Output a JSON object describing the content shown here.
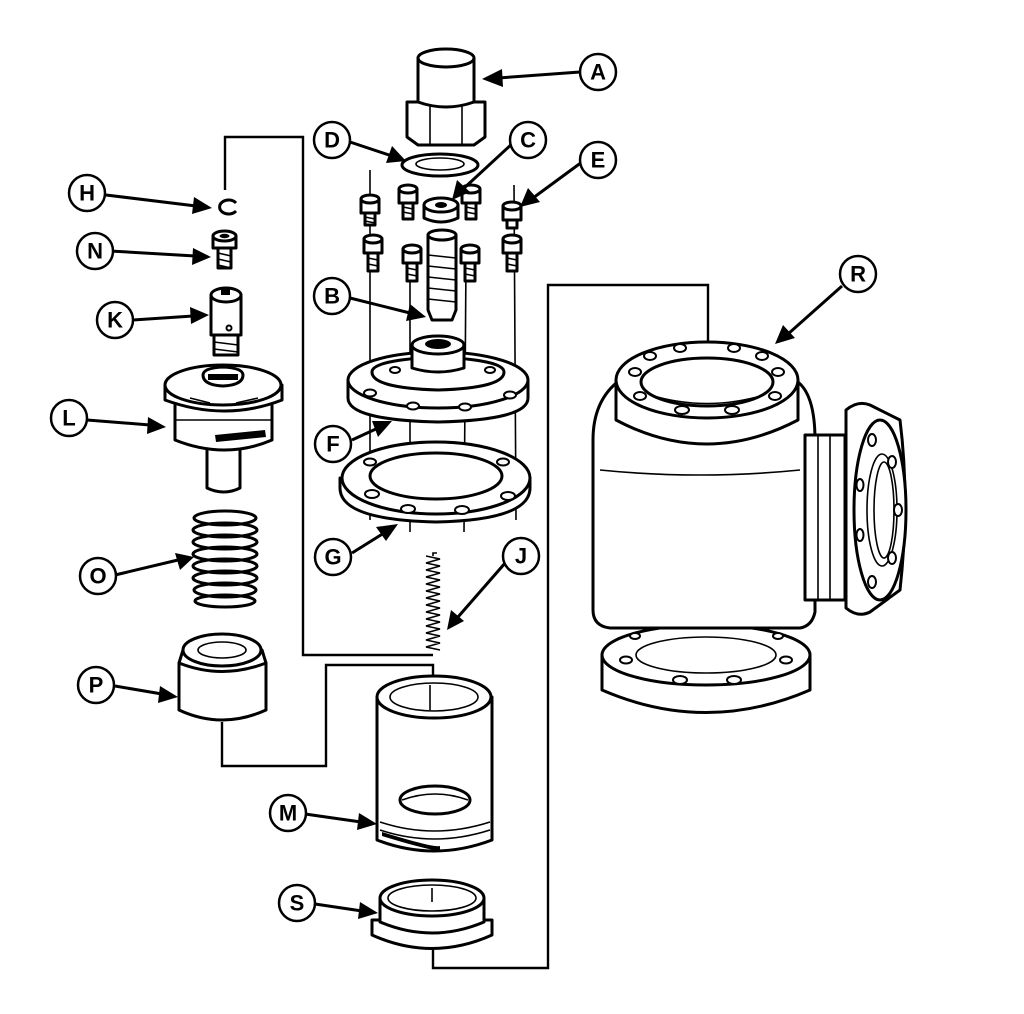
{
  "diagram": {
    "callouts": [
      {
        "id": "A",
        "label": "A"
      },
      {
        "id": "B",
        "label": "B"
      },
      {
        "id": "C",
        "label": "C"
      },
      {
        "id": "D",
        "label": "D"
      },
      {
        "id": "E",
        "label": "E"
      },
      {
        "id": "F",
        "label": "F"
      },
      {
        "id": "G",
        "label": "G"
      },
      {
        "id": "H",
        "label": "H"
      },
      {
        "id": "J",
        "label": "J"
      },
      {
        "id": "K",
        "label": "K"
      },
      {
        "id": "L",
        "label": "L"
      },
      {
        "id": "M",
        "label": "M"
      },
      {
        "id": "N",
        "label": "N"
      },
      {
        "id": "O",
        "label": "O"
      },
      {
        "id": "P",
        "label": "P"
      },
      {
        "id": "R",
        "label": "R"
      },
      {
        "id": "S",
        "label": "S"
      }
    ]
  }
}
